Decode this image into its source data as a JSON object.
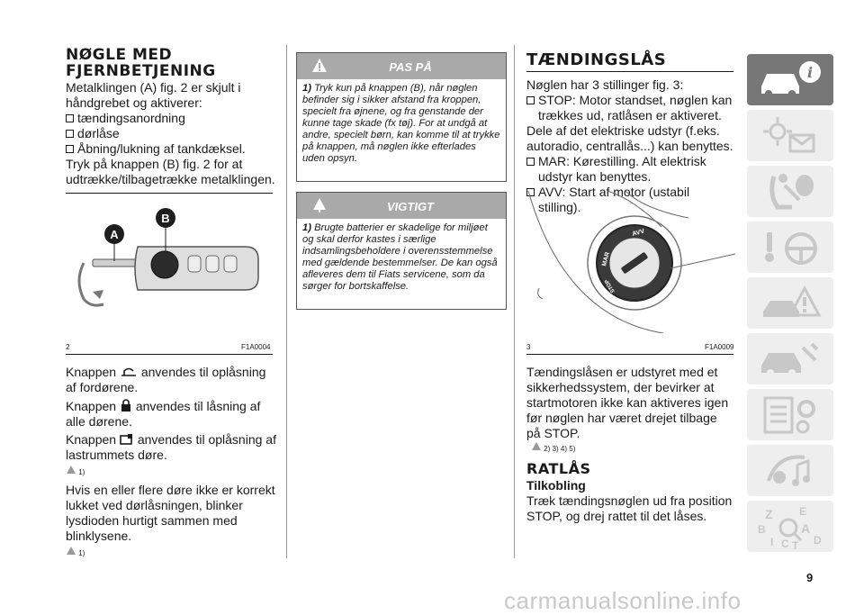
{
  "col1": {
    "heading_line1": "NØGLE MED",
    "heading_line2": "FJERNBETJENING",
    "intro": "Metalklingen (A) fig. 2 er skjult i håndgrebet og aktiverer:",
    "bullets": [
      "tændingsanordning",
      "dørlåse",
      "Åbning/lukning af tankdæksel."
    ],
    "press_text": "Tryk på knappen (B) fig. 2 for at udtrække/tilbagetrække metalklingen.",
    "fig_label_a": "A",
    "fig_label_b": "B",
    "fig_number": "2",
    "fig_code": "F1A0004",
    "unlock_pre": "Knappen",
    "unlock_post": "anvendes til oplåsning af fordørene.",
    "lock_pre": "Knappen",
    "lock_post": "anvendes til låsning af alle dørene.",
    "trunk_pre": "Knappen",
    "trunk_post": "anvendes til oplåsning af lastrummets døre.",
    "ref1": "1)",
    "warning_text": "Hvis en eller flere døre ikke er korrekt lukket ved dørlåsningen, blinker lysdioden hurtigt sammen med blinklysene.",
    "ref2": "1)"
  },
  "col2": {
    "box1_title": "PAS PÅ",
    "box1_num": "1)",
    "box1_text": "Tryk kun på knappen (B), når nøglen befinder sig i sikker afstand fra kroppen, specielt fra øjnene, og fra genstande der kunne tage skade (fx tøj). For at undgå at andre, specielt børn, kan komme til at trykke på knappen, må nøglen ikke efterlades uden opsyn.",
    "box2_title": "VIGTIGT",
    "box2_num": "1)",
    "box2_text": "Brugte batterier er skadelige for miljøet og skal derfor kastes i særlige indsamlingsbeholdere i overensstemmelse med gældende bestemmelser. De kan også afleveres dem til Fiats servicene, som da sørger for bortskaffelse."
  },
  "col3": {
    "heading": "TÆNDINGSLÅS",
    "intro": "Nøglen har 3 stillinger fig. 3:",
    "stop": "STOP: Motor standset, nøglen kan trækkes ud, ratlåsen er aktiveret.",
    "stop_extra": "Dele af det elektriske udstyr (f.eks. autoradio, centrallås...) kan benyttes.",
    "mar": "MAR: Kørestilling. Alt elektrisk udstyr kan benyttes.",
    "avv": "AVV: Start af motor (ustabil stilling).",
    "fig_number": "3",
    "fig_code": "F1A0009",
    "lock_text_mar": "MAR",
    "lock_text_avv": "AVV",
    "lock_text_stop": "STOP",
    "body": "Tændingslåsen er udstyret med et sikkerhedssystem, der bevirker at startmotoren ikke kan aktiveres igen før nøglen har været drejet tilbage på STOP.",
    "refs": "2) 3) 4) 5)",
    "ratlas_heading": "RATLÅS",
    "tilkobling": "Tilkobling",
    "tilkobling_text": "Træk tændingsnøglen ud fra position STOP, og drej rattet til det låses."
  },
  "sidebar": {
    "tabs": [
      "car-info",
      "warning-lights",
      "safety",
      "starting-driving",
      "emergency",
      "maintenance",
      "technical-data",
      "multimedia",
      "index"
    ],
    "index_letters": [
      "Z",
      "E",
      "B",
      "A",
      "D",
      "I",
      "C",
      "T"
    ]
  },
  "page_number": "9",
  "watermark": "carmanualsonline.info",
  "colors": {
    "tab_active": "#777777",
    "tab_inactive": "#eeeeee",
    "box_header": "#a9a9a9"
  }
}
